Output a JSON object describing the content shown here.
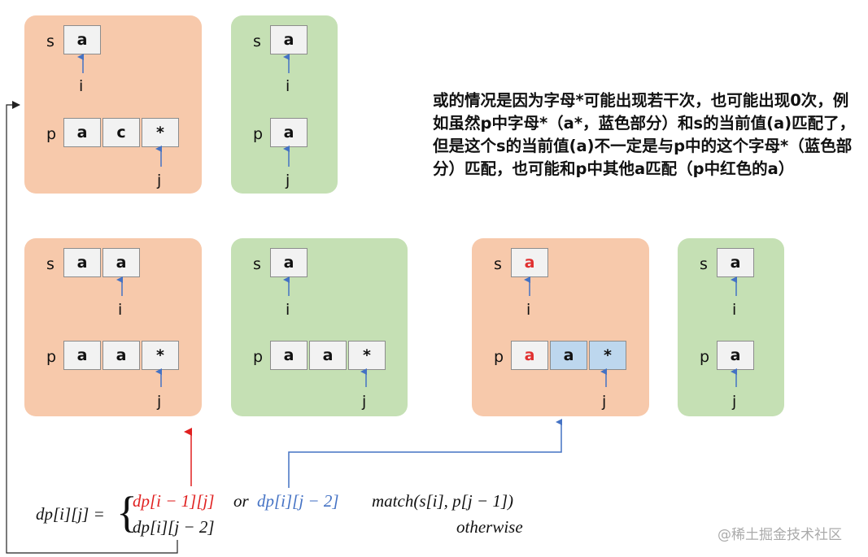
{
  "panels": [
    {
      "id": "p1",
      "color": "orange",
      "s_label": "s",
      "p_label": "p",
      "s": [
        {
          "ch": "a"
        }
      ],
      "p": [
        {
          "ch": "a"
        },
        {
          "ch": "c"
        },
        {
          "ch": "*"
        }
      ],
      "i": "i",
      "j": "j"
    },
    {
      "id": "p2",
      "color": "green",
      "s_label": "s",
      "p_label": "p",
      "s": [
        {
          "ch": "a"
        }
      ],
      "p": [
        {
          "ch": "a"
        }
      ],
      "i": "i",
      "j": "j"
    },
    {
      "id": "p3",
      "color": "orange",
      "s_label": "s",
      "p_label": "p",
      "s": [
        {
          "ch": "a"
        },
        {
          "ch": "a"
        }
      ],
      "p": [
        {
          "ch": "a"
        },
        {
          "ch": "a"
        },
        {
          "ch": "*"
        }
      ],
      "i": "i",
      "j": "j"
    },
    {
      "id": "p4",
      "color": "green",
      "s_label": "s",
      "p_label": "p",
      "s": [
        {
          "ch": "a"
        }
      ],
      "p": [
        {
          "ch": "a"
        },
        {
          "ch": "a"
        },
        {
          "ch": "*"
        }
      ],
      "i": "i",
      "j": "j"
    },
    {
      "id": "p5",
      "color": "orange",
      "s_label": "s",
      "p_label": "p",
      "s": [
        {
          "ch": "a",
          "style": "red"
        }
      ],
      "p": [
        {
          "ch": "a",
          "style": "red"
        },
        {
          "ch": "a",
          "style": "blue"
        },
        {
          "ch": "*",
          "style": "blue"
        }
      ],
      "i": "i",
      "j": "j"
    },
    {
      "id": "p6",
      "color": "green",
      "s_label": "s",
      "p_label": "p",
      "s": [
        {
          "ch": "a"
        }
      ],
      "p": [
        {
          "ch": "a"
        }
      ],
      "i": "i",
      "j": "j"
    }
  ],
  "note": "或的情况是因为字母*可能出现若干次，也可能出现0次，例如虽然p中字母*（a*，蓝色部分）和s的当前值(a)匹配了，但是这个s的当前值(a)不一定是与p中的这个字母*（蓝色部分）匹配，也可能和p中其他a匹配（p中红色的a）",
  "formula": {
    "lhs": "dp[i][j] =",
    "case1_red": "dp[i − 1][j]",
    "case1_or": "or",
    "case1_blue": "dp[i][j − 2]",
    "case1_cond": "match(s[i], p[j − 1])",
    "case2": "dp[i][j − 2]",
    "case2_cond": "otherwise"
  },
  "colors": {
    "orange": "#f7c9ab",
    "green": "#c5e0b4",
    "red": "#e02020",
    "blue": "#4472c4",
    "pointer": "#4472c4"
  },
  "watermark": "@稀土掘金技术社区"
}
